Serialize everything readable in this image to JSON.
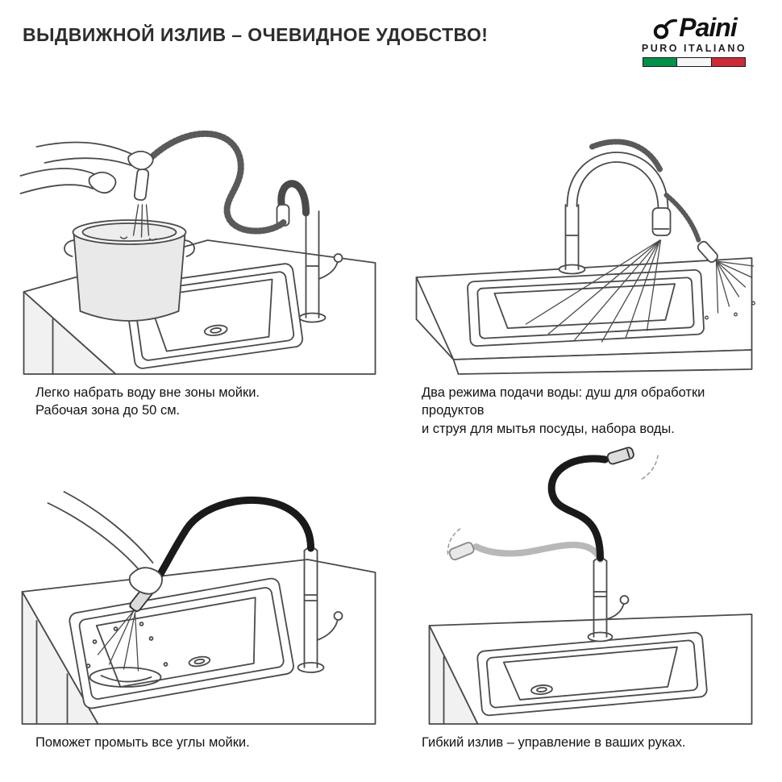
{
  "header": {
    "title": "ВЫДВИЖНОЙ ИЗЛИВ – ОЧЕВИДНОЕ УДОБСТВО!",
    "brand": {
      "name": "Paini",
      "tagline": "PURO ITALIANO",
      "flag_colors": {
        "green": "#009246",
        "white": "#f6f6f6",
        "red": "#ce2b37"
      }
    }
  },
  "panels": [
    {
      "id": "fill-pot",
      "lines": [
        "Легко набрать воду вне зоны мойки.",
        "Рабочая зона до 50 см."
      ]
    },
    {
      "id": "two-modes",
      "lines": [
        "Два режима подачи воды: душ для обработки продуктов",
        "и струя для мытья посуды, набора воды."
      ]
    },
    {
      "id": "rinse-corners",
      "lines": [
        "Поможет промыть все углы мойки."
      ]
    },
    {
      "id": "flexible-spout",
      "lines": [
        "Гибкий излив – управление в ваших руках."
      ]
    }
  ]
}
